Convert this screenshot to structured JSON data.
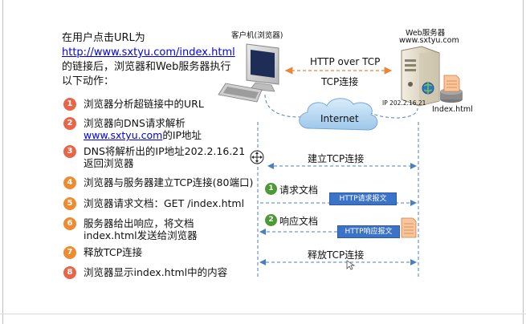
{
  "intro": {
    "line1": "在用户点击URL为",
    "link": "http://www.sxtyu.com/index.html",
    "line3": "的链接后，浏览器和Web服务器执行",
    "line4": "以下动作："
  },
  "steps": [
    {
      "num": "1",
      "text": "浏览器分析超链接中的URL"
    },
    {
      "num": "2",
      "line1": "浏览器向DNS请求解析",
      "link": "www.sxtyu.com",
      "line2_suffix": "的IP地址"
    },
    {
      "num": "3",
      "line1": "DNS将解析出的IP地址202.2.16.21",
      "line2": "返回浏览器"
    },
    {
      "num": "4",
      "text": "浏览器与服务器建立TCP连接(80端口)"
    },
    {
      "num": "5",
      "text": "浏览器请求文档：GET /index.html"
    },
    {
      "num": "6",
      "line1": "服务器给出响应，将文档",
      "line2": "index.html发送给浏览器"
    },
    {
      "num": "7",
      "text": "释放TCP连接"
    },
    {
      "num": "8",
      "text": "浏览器显示index.html中的内容"
    }
  ],
  "diagram": {
    "client_label": "客户机(浏览器)",
    "server_label": "Web服务器",
    "server_domain": "www.sxtyu.com",
    "http_over_tcp": "HTTP over TCP",
    "tcp_connection": "TCP连接",
    "ip_label": "IP 202.2.16.21",
    "index_file": "Index.html",
    "internet": "Internet",
    "establish_tcp": "建立TCP连接",
    "request_badge": "1",
    "request_doc": "请求文档",
    "http_request_msg": "HTTP请求报文",
    "response_badge": "2",
    "response_doc": "响应文档",
    "http_response_msg": "HTTP响应报文",
    "release_tcp": "释放TCP连接"
  },
  "colors": {
    "accent_blue": "#3b73c9",
    "dashed_orange": "#e8873a",
    "dashed_blue": "#4a7fc1",
    "step_badge_red": "#e8654a",
    "step_badge_orange": "#f08a2e",
    "green_badge": "#4b9a36"
  }
}
